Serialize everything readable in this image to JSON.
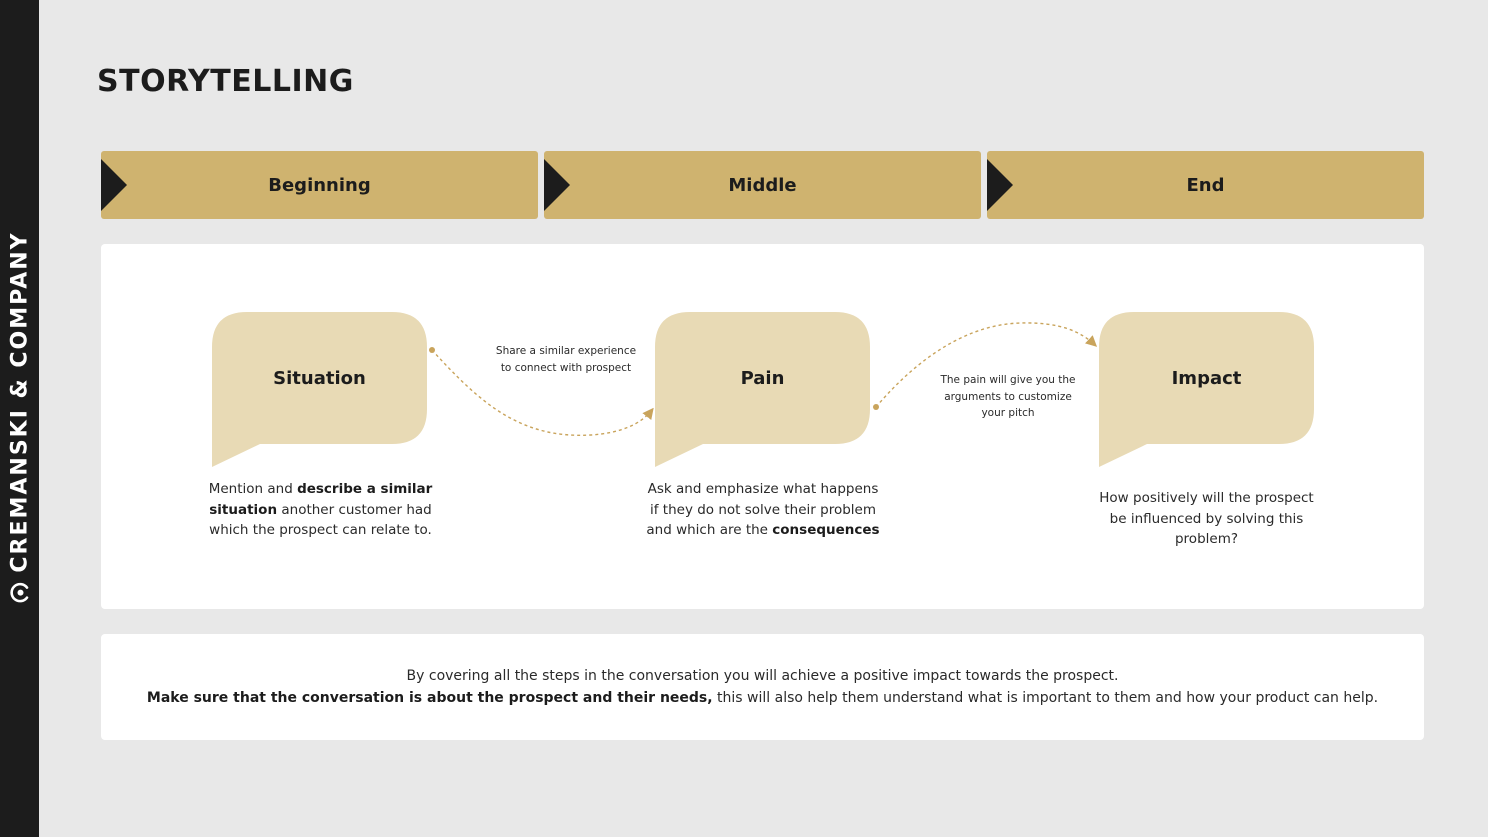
{
  "brand": {
    "name": "CREMANSKI & COMPANY",
    "logo_icon": "c-circle-logo-icon"
  },
  "title": "STORYTELLING",
  "colors": {
    "accent": "#cfb36f",
    "bubble": "#e8dab5",
    "dark": "#1c1c1c",
    "connector": "#c9a45c"
  },
  "stages": [
    {
      "label": "Beginning"
    },
    {
      "label": "Middle"
    },
    {
      "label": "End"
    }
  ],
  "steps": [
    {
      "label": "Situation",
      "description": [
        {
          "text": "Mention and ",
          "bold": false
        },
        {
          "text": "describe a similar situation",
          "bold": true
        },
        {
          "text": " another customer had which the prospect can relate to.",
          "bold": false
        }
      ]
    },
    {
      "label": "Pain",
      "description": [
        {
          "text": "Ask and emphasize what happens if they do not solve their problem and which are the ",
          "bold": false
        },
        {
          "text": "consequences",
          "bold": true
        }
      ]
    },
    {
      "label": "Impact",
      "description": [
        {
          "text": "How positively will the prospect be influenced by solving this problem?",
          "bold": false
        }
      ]
    }
  ],
  "connectors": [
    {
      "label": "Share a similar experience to connect with prospect"
    },
    {
      "label": "The pain will give you the arguments to customize your pitch"
    }
  ],
  "footer": {
    "line1": "By covering all the steps in the conversation you will achieve a positive impact towards the prospect.",
    "line2_bold": "Make sure that the conversation is about the prospect and their needs,",
    "line2_rest": " this will also help them understand what is important to them and how your product can help."
  }
}
